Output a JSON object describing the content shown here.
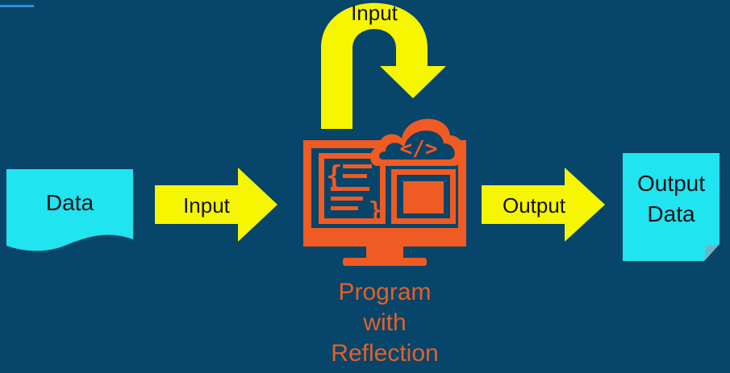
{
  "diagram": {
    "data_box_label": "Data",
    "input_arrow_label": "Input",
    "feedback_arrow_label": "Input",
    "output_arrow_label": "Output",
    "output_box_label_line1": "Output",
    "output_box_label_line2": "Data",
    "program_caption_line1": "Program",
    "program_caption_line2": "with",
    "program_caption_line3": "Reflection"
  },
  "colors": {
    "background": "#07456a",
    "box_fill": "#20e4f0",
    "arrow_fill": "#f6f600",
    "program_icon": "#f05a23",
    "caption_text": "#e4602a"
  },
  "icons": {
    "program": "computer-with-code-cloud-icon"
  }
}
